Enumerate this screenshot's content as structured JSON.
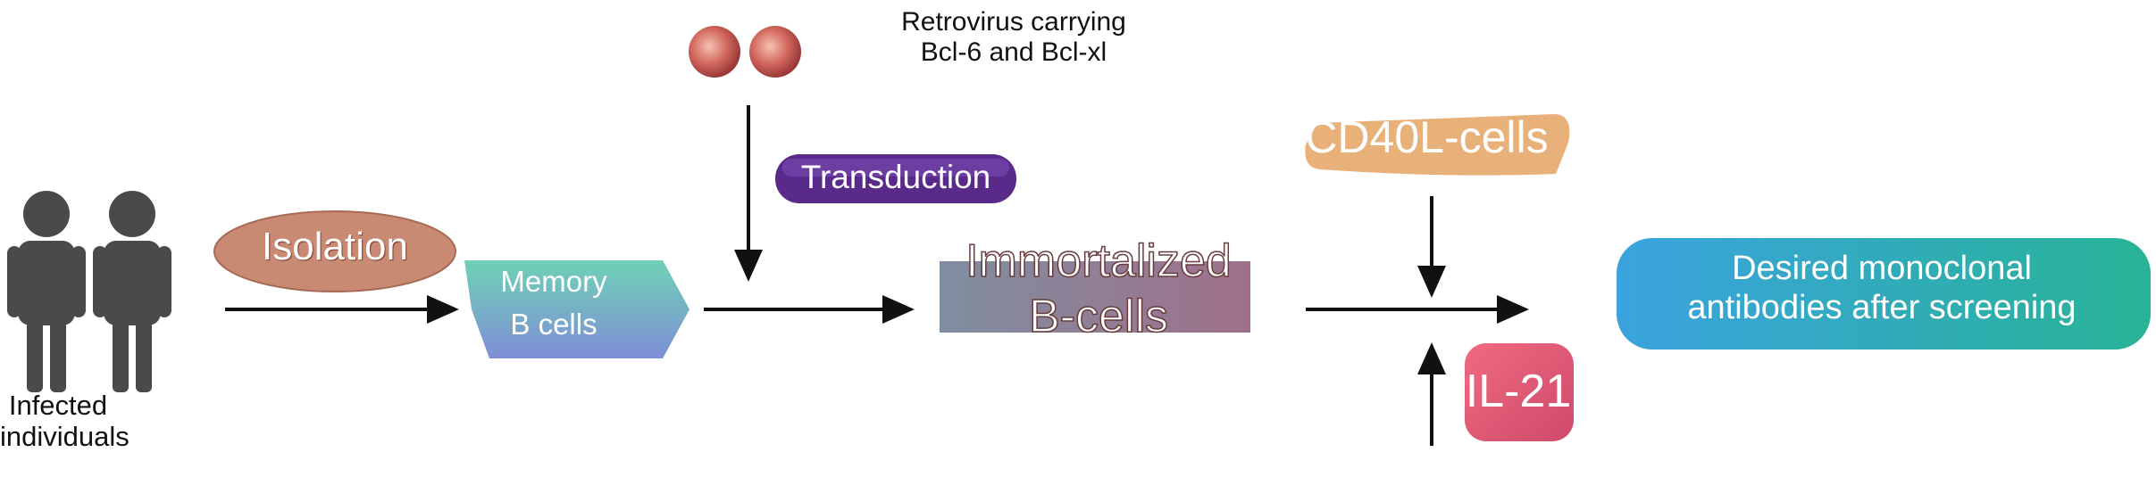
{
  "people": {
    "caption": "Infected\nindividuals"
  },
  "virus": {
    "caption": "Retrovirus   carrying\nBcl-6 and Bcl-xl"
  },
  "isolation": {
    "label": "Isolation"
  },
  "memory": {
    "label": "Memory\nB cells"
  },
  "transduction": {
    "label": "Transduction"
  },
  "immortalized": {
    "label": "Immortalized\nB-cells"
  },
  "cd40l": {
    "label": "CD40L-cells"
  },
  "il21": {
    "label": "IL-21"
  },
  "desired": {
    "label": "Desired monoclonal\nantibodies after screening"
  },
  "colors": {
    "isolation": "#c98a74",
    "transduction": "#5a2a8a",
    "immortalized": "#8a7a82",
    "cd40l": "#e9b17a",
    "il21": "#e25a78",
    "desired_start": "#3aa3df",
    "desired_end": "#2bb89a"
  }
}
